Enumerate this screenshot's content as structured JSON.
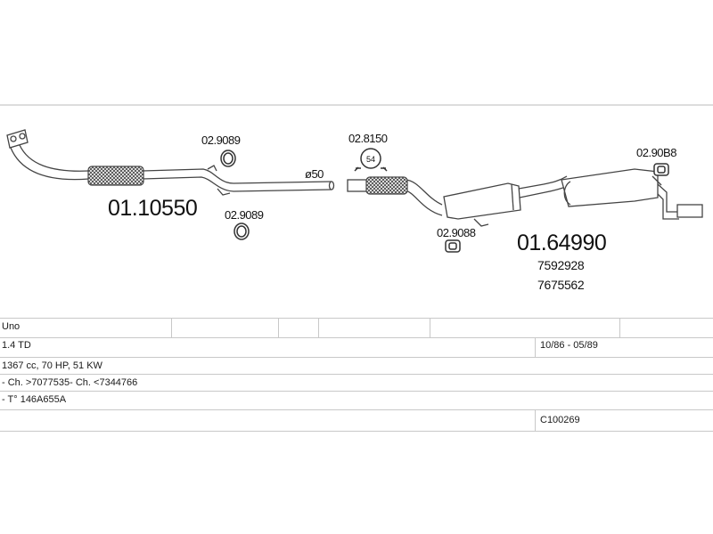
{
  "parts": {
    "front_pipe": "01.10550",
    "clamp_top": "02.9089",
    "clamp_bottom": "02.9089",
    "diameter_label": "ø50",
    "connector_clamp": "02.8150",
    "connector_clamp_size": "54",
    "rear_section": "01.64990",
    "rear_oem_1": "7592928",
    "rear_oem_2": "7675562",
    "hanger_mid": "02.9088",
    "hanger_rear": "02.90B8"
  },
  "vehicle": {
    "model": "Uno",
    "engine": "1.4 TD",
    "years": "10/86 - 05/89",
    "spec": "1367 cc, 70 HP, 51 KW",
    "chassis": "- Ch. >7077535- Ch. <7344766",
    "engine_type": "- T° 146A655A",
    "catalog_code": "C100269"
  },
  "colors": {
    "line": "#555555",
    "table_border": "#c8c8c8"
  }
}
